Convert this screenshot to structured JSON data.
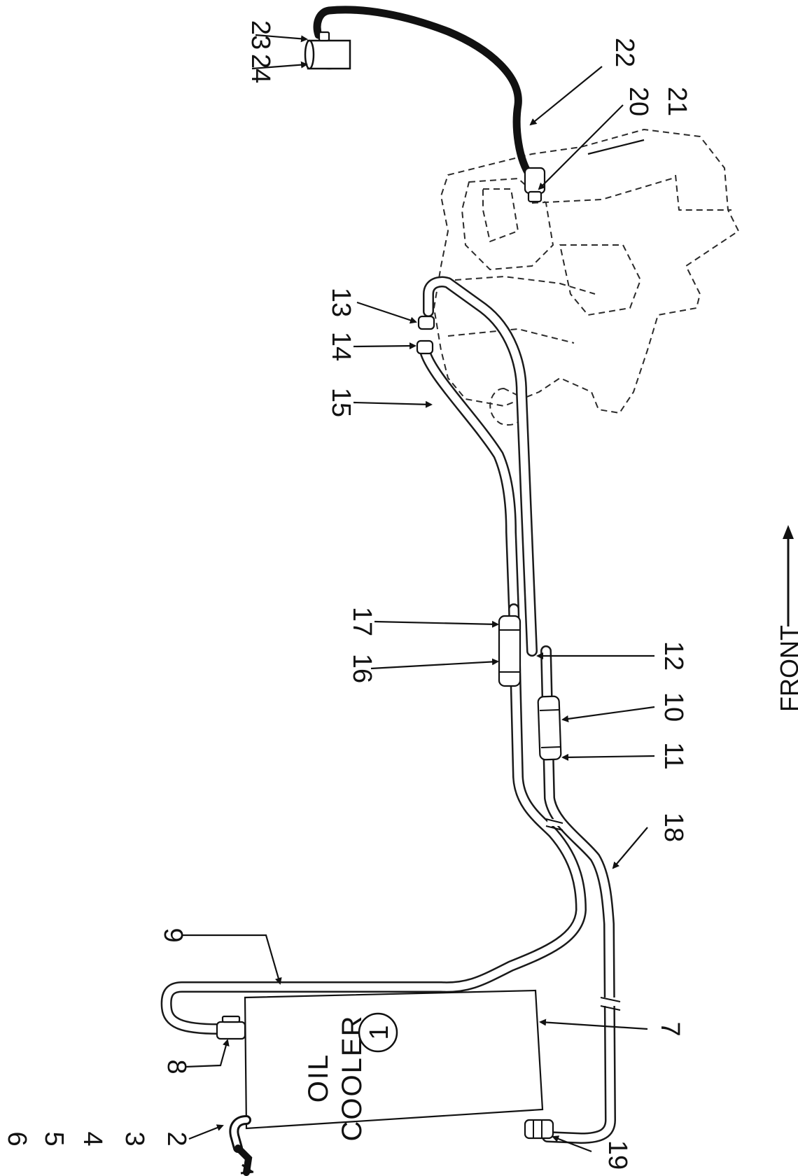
{
  "diagram": {
    "cooler_label_line1": "OIL",
    "cooler_label_line2": "COOLER",
    "cooler_item_number": "1",
    "front_label": "FRONT",
    "callouts": [
      "2",
      "3",
      "4",
      "5",
      "6",
      "7",
      "8",
      "9",
      "10",
      "11",
      "12",
      "13",
      "14",
      "15",
      "16",
      "17",
      "18",
      "19",
      "20",
      "21",
      "22",
      "23",
      "24"
    ]
  }
}
